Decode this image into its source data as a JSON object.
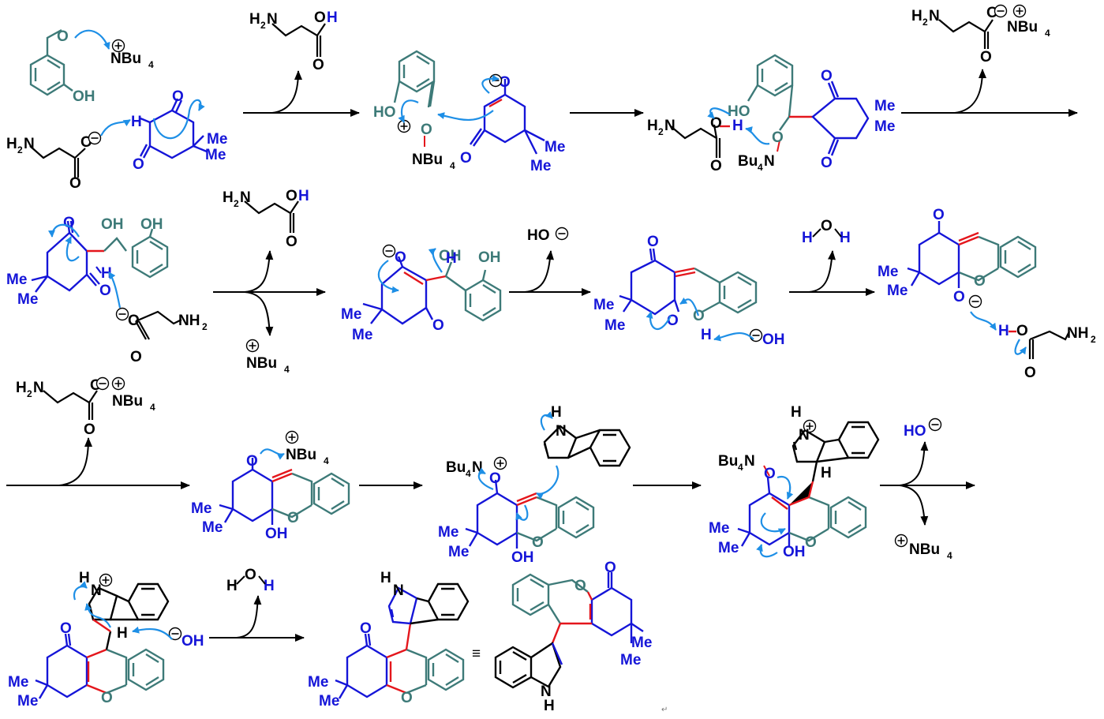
{
  "colors": {
    "black": "#000000",
    "blue": "#1515d8",
    "teal": "#3d7a78",
    "red": "#e4161c",
    "arrow_blue": "#1e8fe6"
  },
  "labels": {
    "nbu4": "NBu",
    "bu4n": "Bu",
    "n": "N",
    "four": "4",
    "h2n": "H",
    "two": "2",
    "nh2_n": "NH",
    "oh": "OH",
    "ho": "HO",
    "o": "O",
    "h": "H",
    "me": "Me",
    "nh": "NH",
    "plus": "+",
    "minus": "−",
    "equiv": "≡",
    "return_mark": "↵"
  }
}
